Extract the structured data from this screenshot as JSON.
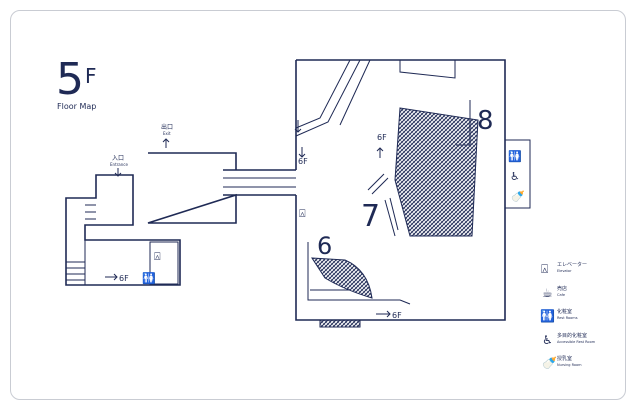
{
  "floor": {
    "number": "5",
    "unit": "F",
    "subtitle": "Floor Map"
  },
  "entrance": {
    "jp": "入口",
    "en": "Entrance"
  },
  "exit": {
    "jp": "出口",
    "en": "Exit"
  },
  "floor_links": {
    "down_6f_1": "6F",
    "up_6f_2": "6F",
    "arrow_6f_3": "6F",
    "arrow_6f_4": "6F"
  },
  "area_numbers": {
    "a6": "6",
    "a7": "7",
    "a8": "8"
  },
  "legend": [
    {
      "icon": "elevator-icon",
      "jp": "エレベーター",
      "en": "Elevator"
    },
    {
      "icon": "cafe-icon",
      "jp": "売店",
      "en": "Cafe"
    },
    {
      "icon": "restroom-icon",
      "jp": "化粧室",
      "en": "Rest Rooms"
    },
    {
      "icon": "accessible-restroom-icon",
      "jp": "多目的化粧室",
      "en": "Accessible Rest Room"
    },
    {
      "icon": "nursing-room-icon",
      "jp": "授乳室",
      "en": "Nursing Room"
    }
  ],
  "colors": {
    "ink": "#1f2a55",
    "border": "#c9ccd3"
  }
}
